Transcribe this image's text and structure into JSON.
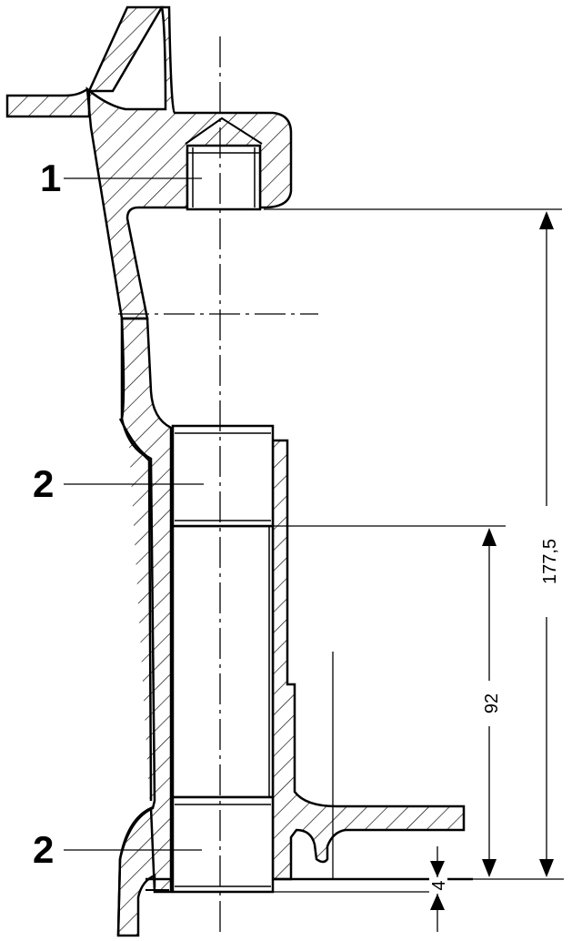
{
  "callouts": {
    "one": "1",
    "two_upper": "2",
    "two_lower": "2"
  },
  "dimensions": {
    "overall": "177,5",
    "middle": "92",
    "offset": "4"
  },
  "colors": {
    "ink": "#000000",
    "paper": "#ffffff"
  }
}
